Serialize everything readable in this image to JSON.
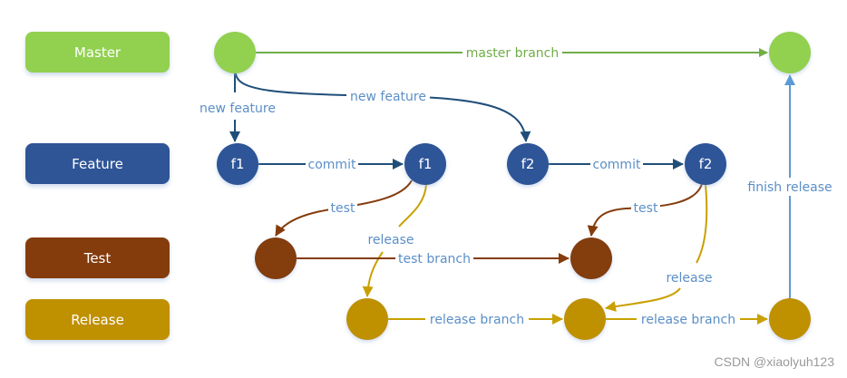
{
  "colors": {
    "master": "#92d050",
    "master_edge": "#70ad47",
    "feature": "#2f5597",
    "feature_edge": "#1f4e79",
    "test": "#843c0c",
    "release": "#bf9000",
    "release_edge": "#c9a000",
    "finish": "#5b9bd5",
    "label_text": "#5b8fc7"
  },
  "lanes": [
    {
      "id": "master",
      "label": "Master"
    },
    {
      "id": "feature",
      "label": "Feature"
    },
    {
      "id": "test",
      "label": "Test"
    },
    {
      "id": "release",
      "label": "Release"
    }
  ],
  "nodes": {
    "master_start": {
      "lane": "master",
      "text": ""
    },
    "master_end": {
      "lane": "master",
      "text": ""
    },
    "feature_f1_a": {
      "lane": "feature",
      "text": "f1"
    },
    "feature_f1_b": {
      "lane": "feature",
      "text": "f1"
    },
    "feature_f2_a": {
      "lane": "feature",
      "text": "f2"
    },
    "feature_f2_b": {
      "lane": "feature",
      "text": "f2"
    },
    "test_1": {
      "lane": "test",
      "text": ""
    },
    "test_2": {
      "lane": "test",
      "text": ""
    },
    "release_1": {
      "lane": "release",
      "text": ""
    },
    "release_2": {
      "lane": "release",
      "text": ""
    },
    "release_3": {
      "lane": "release",
      "text": ""
    }
  },
  "edges": {
    "master_branch": {
      "from": "master_start",
      "to": "master_end",
      "label": "master branch"
    },
    "new_feature_1": {
      "from": "master_start",
      "to": "feature_f1_a",
      "label": "new feature"
    },
    "new_feature_2": {
      "from": "master_start",
      "to": "feature_f2_a",
      "label": "new feature"
    },
    "commit_1": {
      "from": "feature_f1_a",
      "to": "feature_f1_b",
      "label": "commit"
    },
    "commit_2": {
      "from": "feature_f2_a",
      "to": "feature_f2_b",
      "label": "commit"
    },
    "test_1": {
      "from": "feature_f1_b",
      "to": "test_1",
      "label": "test"
    },
    "test_2": {
      "from": "feature_f2_b",
      "to": "test_2",
      "label": "test"
    },
    "release_1": {
      "from": "feature_f1_b",
      "to": "release_1",
      "label": "release"
    },
    "release_2": {
      "from": "feature_f2_b",
      "to": "release_2",
      "label": "release"
    },
    "test_branch": {
      "from": "test_1",
      "to": "test_2",
      "label": "test branch"
    },
    "release_branch_1": {
      "from": "release_1",
      "to": "release_2",
      "label": "release branch"
    },
    "release_branch_2": {
      "from": "release_2",
      "to": "release_3",
      "label": "release branch"
    },
    "finish_release": {
      "from": "release_3",
      "to": "master_end",
      "label": "finish release"
    }
  },
  "watermark": "CSDN @xiaolyuh123"
}
